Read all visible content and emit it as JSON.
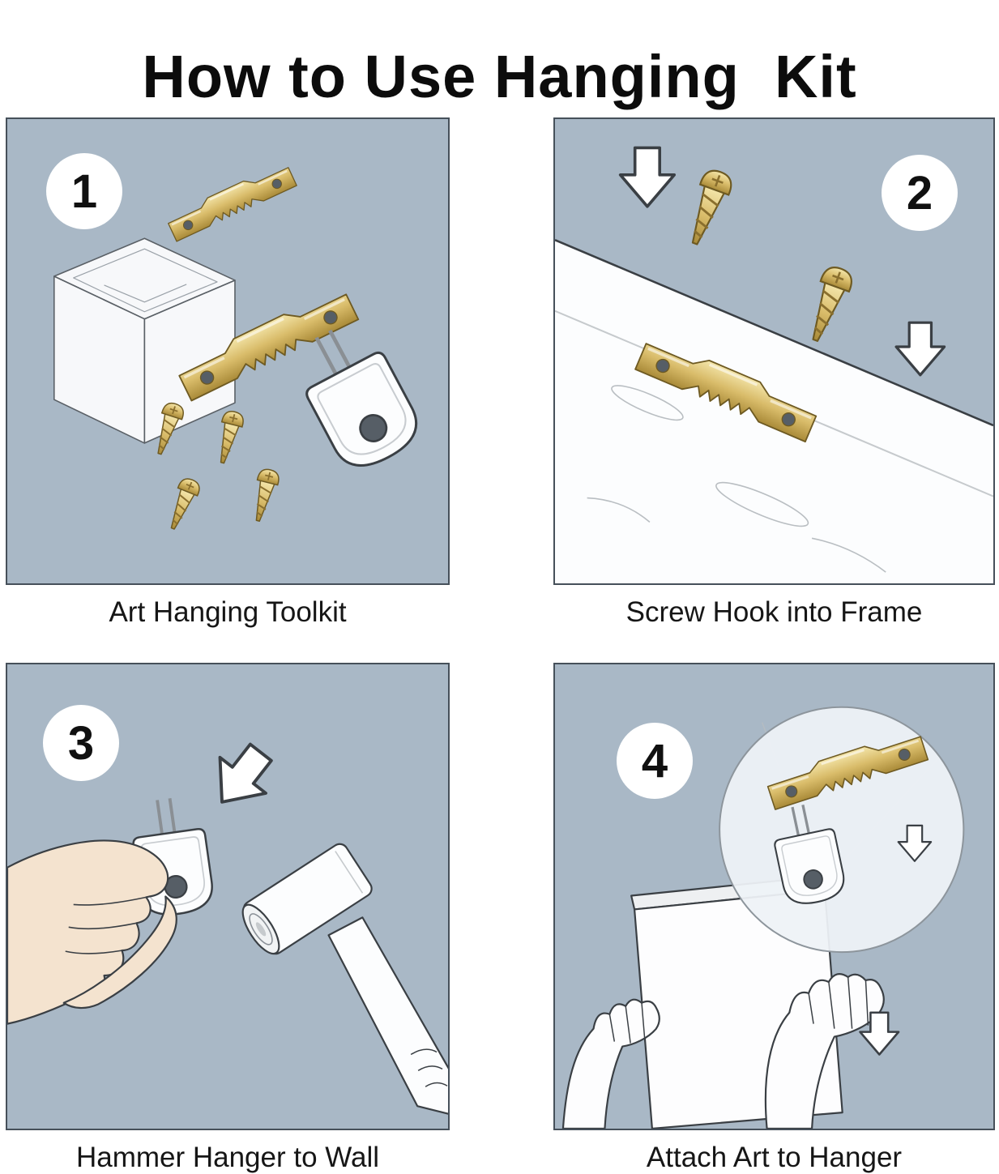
{
  "title": "How to Use Hanging  Kit",
  "panels": [
    {
      "number": "1",
      "caption": "Art Hanging Toolkit"
    },
    {
      "number": "2",
      "caption": "Screw Hook into Frame"
    },
    {
      "number": "3",
      "caption": "Hammer Hanger to Wall"
    },
    {
      "number": "4",
      "caption": "Attach Art to Hanger"
    }
  ],
  "colors": {
    "panel_bg": "#a9b8c6",
    "brass": "#d7ba67",
    "brass_dark": "#6e5a22",
    "outline": "#3a3f44",
    "skin": "#f4e3cf",
    "white_part": "#fcfdfe"
  },
  "icons": {
    "step1": [
      "storage-case-icon",
      "sawtooth-hanger-icon",
      "screw-icon",
      "wall-hanger-icon"
    ],
    "step2": [
      "picture-frame",
      "sawtooth-hanger-icon",
      "screw-icon",
      "down-arrow-icon"
    ],
    "step3": [
      "hand-icon",
      "wall-hanger-icon",
      "hammer-icon",
      "down-arrow-icon"
    ],
    "step4": [
      "canvas-art",
      "hand-icon",
      "magnifier-circle",
      "sawtooth-hanger-icon",
      "wall-hanger-icon",
      "down-arrow-icon"
    ]
  }
}
